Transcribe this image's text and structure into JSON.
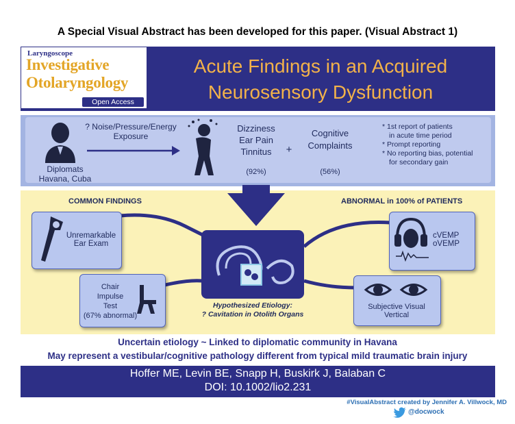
{
  "caption": "A Special Visual Abstract has been developed for this paper. (Visual Abstract 1)",
  "header": {
    "logo_line1": "Laryngoscope",
    "logo_line2": "Investigative",
    "logo_line3": "Otolaryngology",
    "logo_badge": "Open Access",
    "title_line1": "Acute Findings in an Acquired",
    "title_line2": "Neurosensory Dysfunction"
  },
  "exposure": {
    "patients_line1": "Diplomats",
    "patients_line2": "Havana, Cuba",
    "exposure_line1": "? Noise/Pressure/Energy",
    "exposure_line2": "Exposure",
    "symptom1": "Dizziness",
    "symptom2": "Ear Pain",
    "symptom3": "Tinnitus",
    "symptom_pct": "(92%)",
    "plus": "+",
    "cognitive_line1": "Cognitive",
    "cognitive_line2": "Complaints",
    "cognitive_pct": "(56%)",
    "notes": [
      {
        "line1": "* 1st report of patients",
        "line2": "in acute time period"
      },
      {
        "line1": "* Prompt reporting",
        "line2": ""
      },
      {
        "line1": "* No reporting bias, potential",
        "line2": "for secondary gain"
      }
    ]
  },
  "findings": {
    "common_heading": "COMMON FINDINGS",
    "abnormal_heading": "ABNORMAL in 100% of PATIENTS",
    "ear_exam_line1": "Unremarkable",
    "ear_exam_line2": "Ear Exam",
    "chair_line1": "Chair",
    "chair_line2": "Impulse",
    "chair_line3": "Test",
    "chair_line4": "(67% abnormal)",
    "vemp_line1": "cVEMP",
    "vemp_line2": "oVEMP",
    "svv_line1": "Subjective Visual",
    "svv_line2": "Vertical",
    "etiology_line1": "Hypothesized Etiology:",
    "etiology_line2": "? Cavitation in Otolith Organs"
  },
  "summary": {
    "line1": "Uncertain etiology ~ Linked to diplomatic community in Havana",
    "line2": "May represent a vestibular/cognitive pathology different from typical mild traumatic brain injury"
  },
  "footer": {
    "authors": "Hoffer ME, Levin BE, Snapp H, Buskirk J, Balaban C",
    "doi": "DOI: 10.1002/lio2.231",
    "credit": "#VisualAbstract created by Jennifer A. Villwock, MD",
    "handle": "@docwock"
  },
  "colors": {
    "navy": "#2d2f86",
    "gold": "#f2b24a",
    "light_blue": "#bfcaee",
    "cream": "#fbf2b8"
  }
}
